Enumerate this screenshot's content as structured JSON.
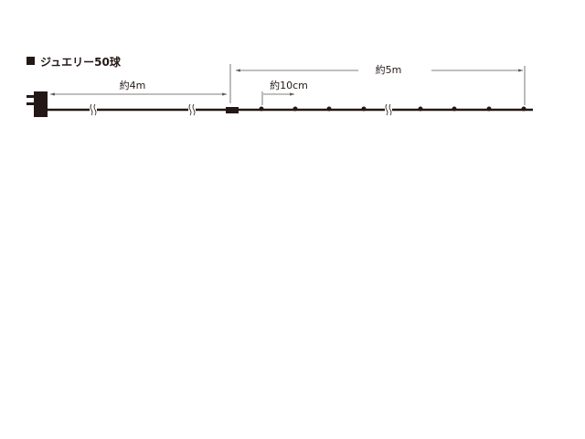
{
  "title": "ジュエリー50球",
  "dimensions": {
    "cord_length": "約4m",
    "light_length": "約5m",
    "bulb_spacing": "約10cm"
  },
  "colors": {
    "cable": "#231815",
    "dimension_line": "#555555"
  }
}
